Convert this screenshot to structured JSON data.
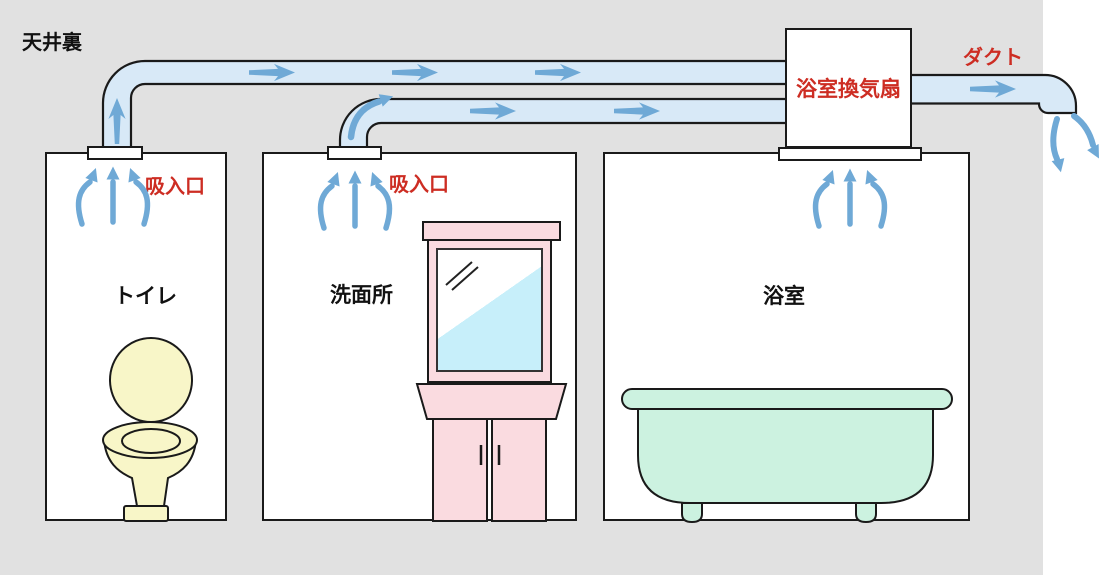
{
  "diagram": {
    "attic_label": "天井裏",
    "duct_label": "ダクト",
    "fan": {
      "label": "浴室換気扇"
    },
    "rooms": [
      {
        "name": "トイレ",
        "intake_label": "吸入口"
      },
      {
        "name": "洗面所",
        "intake_label": "吸入口"
      },
      {
        "name": "浴室"
      }
    ],
    "colors": {
      "attic_background": "#e1e1e1",
      "outside_background": "#ffffff",
      "room_fill": "#ffffff",
      "outline": "#1a1a1a",
      "duct_fill": "#d8e9f7",
      "airflow_arrow_blue": "#6fa9d6",
      "label_red": "#cd2d23",
      "label_black": "#111111",
      "toilet_cream": "#f8f6c8",
      "vanity_pink": "#fadbe0",
      "mirror_glass_cyan": "#c7effa",
      "bathtub_mint": "#ccf2e0"
    }
  }
}
